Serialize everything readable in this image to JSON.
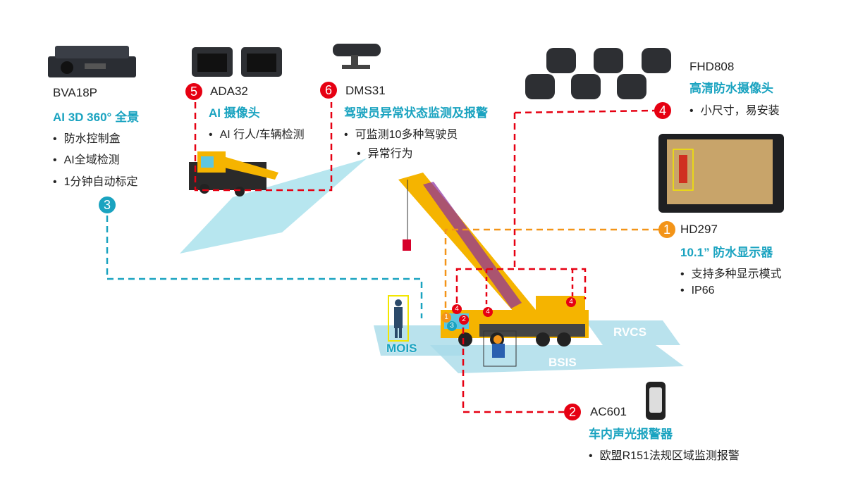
{
  "products": {
    "bva18p": {
      "model": "BVA18P",
      "title": "AI 3D 360° 全景",
      "bullets": [
        "防水控制盒",
        "AI全域检测",
        "1分钟自动标定"
      ],
      "badge": "3"
    },
    "ada32": {
      "model": "ADA32",
      "title": "AI 摄像头",
      "bullets": [
        "AI 行人/车辆检测"
      ],
      "badge": "5"
    },
    "dms31": {
      "model": "DMS31",
      "title": "驾驶员异常状态监测及报警",
      "bullets": [
        "可监测10多种驾驶员",
        "异常行为"
      ],
      "badge": "6"
    },
    "fhd808": {
      "model": "FHD808",
      "title": "高清防水摄像头",
      "bullets": [
        "小尺寸，易安装"
      ],
      "badge": "4"
    },
    "hd297": {
      "model": "HD297",
      "title": "10.1” 防水显示器",
      "bullets": [
        "支持多种显示模式",
        "IP66"
      ],
      "badge": "1"
    },
    "ac601": {
      "model": "AC601",
      "title": "车内声光报警器",
      "bullets": [
        "欧盟R151法规区域监测报警"
      ],
      "badge": "2"
    }
  },
  "zones": {
    "mois": "MOIS",
    "rvcs": "RVCS",
    "bsis": "BSIS"
  },
  "colors": {
    "accent": "#1aa3c0",
    "red": "#e60012",
    "orange": "#f39418"
  }
}
